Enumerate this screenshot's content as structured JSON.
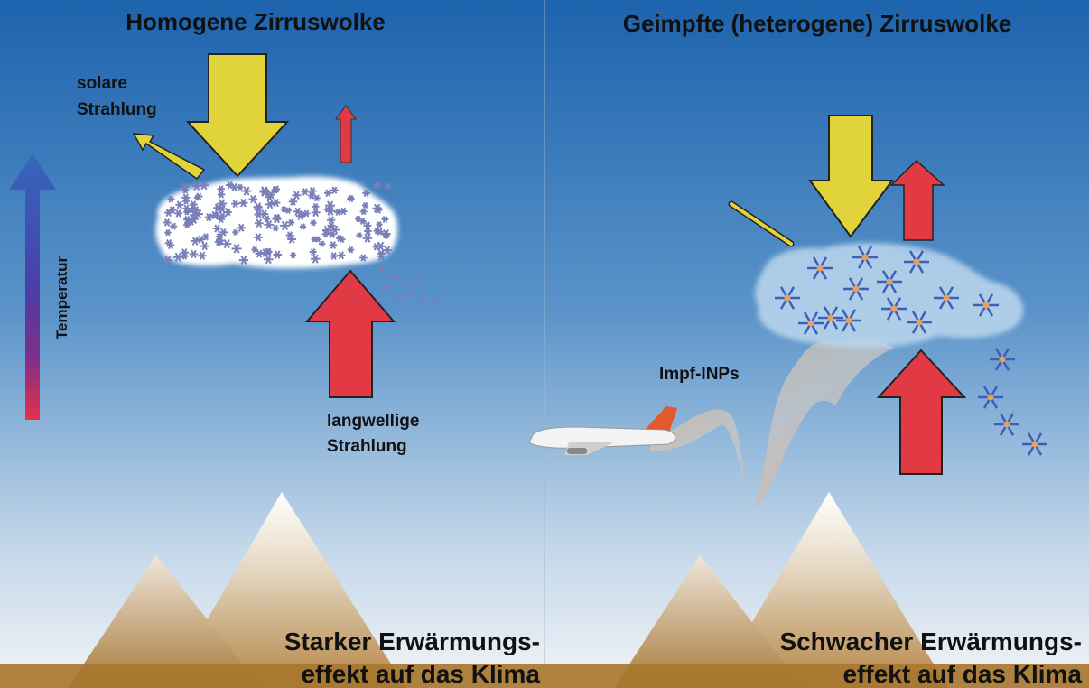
{
  "left_panel": {
    "title": "Homogene Zirruswolke",
    "solar_label_line1": "solare",
    "solar_label_line2": "Strahlung",
    "longwave_label_line1": "langwellige",
    "longwave_label_line2": "Strahlung",
    "effect_line1": "Starker Erwärmungs-",
    "effect_line2": "effekt auf das Klima"
  },
  "right_panel": {
    "title": "Geimpfte (heterogene) Zirruswolke",
    "seeding_label": "Impf-INPs",
    "effect_line1": "Schwacher Erwärmungs-",
    "effect_line2": "effekt auf das Klima"
  },
  "temperature_axis": {
    "label": "Temperatur"
  },
  "colors": {
    "sky_top": "#1d63ad",
    "sky_bottom": "#eef2f6",
    "solar_arrow": "#e0d43a",
    "longwave_arrow": "#e23a45",
    "ground": "#a8772f"
  }
}
